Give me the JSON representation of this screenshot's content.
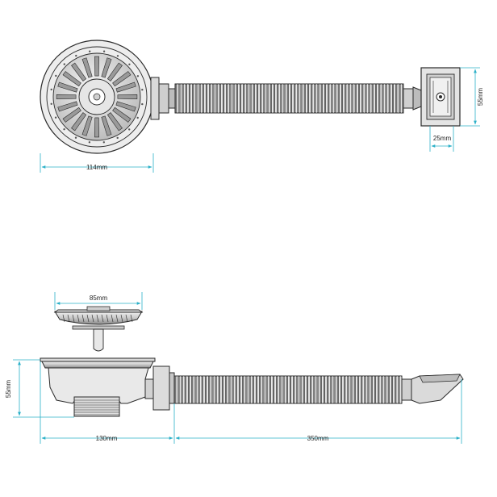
{
  "colors": {
    "line": "#2a2a2a",
    "dimension": "#2bb0c8",
    "metal_light": "#e4e4e4",
    "metal_mid": "#bdbdbd",
    "metal_dark": "#7d7d7d"
  },
  "top_view": {
    "strainer_width_label": "114mm",
    "outlet_height_label": "55mm",
    "outlet_depth_label": "25mm"
  },
  "side_view": {
    "basket_width_label": "85mm",
    "body_height_label": "55mm",
    "body_width_label": "130mm",
    "hose_length_label": "350mm"
  }
}
